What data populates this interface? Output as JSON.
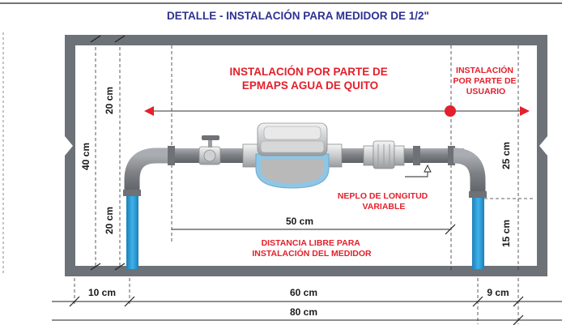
{
  "title": "DETALLE - INSTALACIÓN PARA MEDIDOR DE 1/2\"",
  "epmaps_label": [
    "INSTALACIÓN POR PARTE DE",
    "EPMAPS AGUA DE QUITO"
  ],
  "user_label": [
    "INSTALACIÓN",
    "POR PARTE DE",
    "USUARIO"
  ],
  "nipple_label": [
    "NEPLO DE LONGITUD",
    "VARIABLE"
  ],
  "free_distance_label": [
    "DISTANCIA LIBRE PARA",
    "INSTALACIÓN DEL MEDIDOR"
  ],
  "dimensions": {
    "d_50": "50 cm",
    "d_60": "60 cm",
    "d_80": "80 cm",
    "d_10": "10 cm",
    "d_9": "9 cm",
    "d_40": "40 cm",
    "d_20_top": "20 cm",
    "d_20_bottom": "20 cm",
    "d_25": "25 cm",
    "d_15": "15 cm"
  },
  "colors": {
    "title": "#2e3192",
    "accent_red": "#e3202b",
    "box_wall": "#6d7278",
    "pipe_gray": "#8a8d91",
    "riser_blue": "#2a9fd8"
  }
}
